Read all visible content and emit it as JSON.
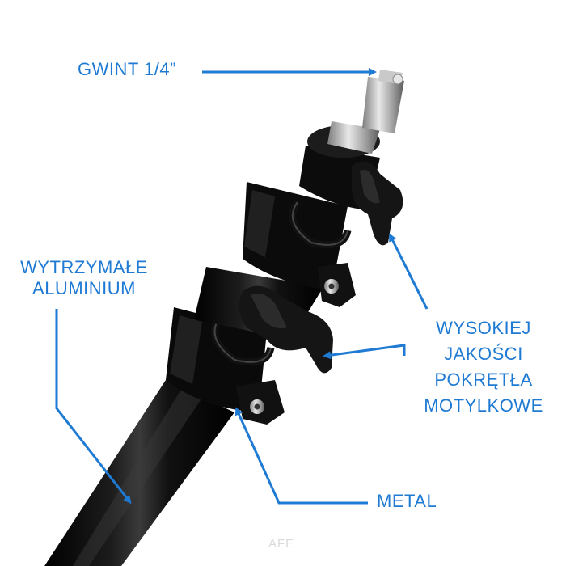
{
  "labels": {
    "thread": "GWINT 1/4”",
    "aluminium": "WYTRZYMAŁE\nALUMINIUM",
    "knobs": "WYSOKIEJ\nJAKOŚCI\nPOKRĘTŁA\nMOTYLKOWE",
    "metal": "METAL"
  },
  "watermark": "AFE",
  "colors": {
    "annotation": "#1f7ad3",
    "tube": "#0d0d0d",
    "background": "#ffffff"
  }
}
